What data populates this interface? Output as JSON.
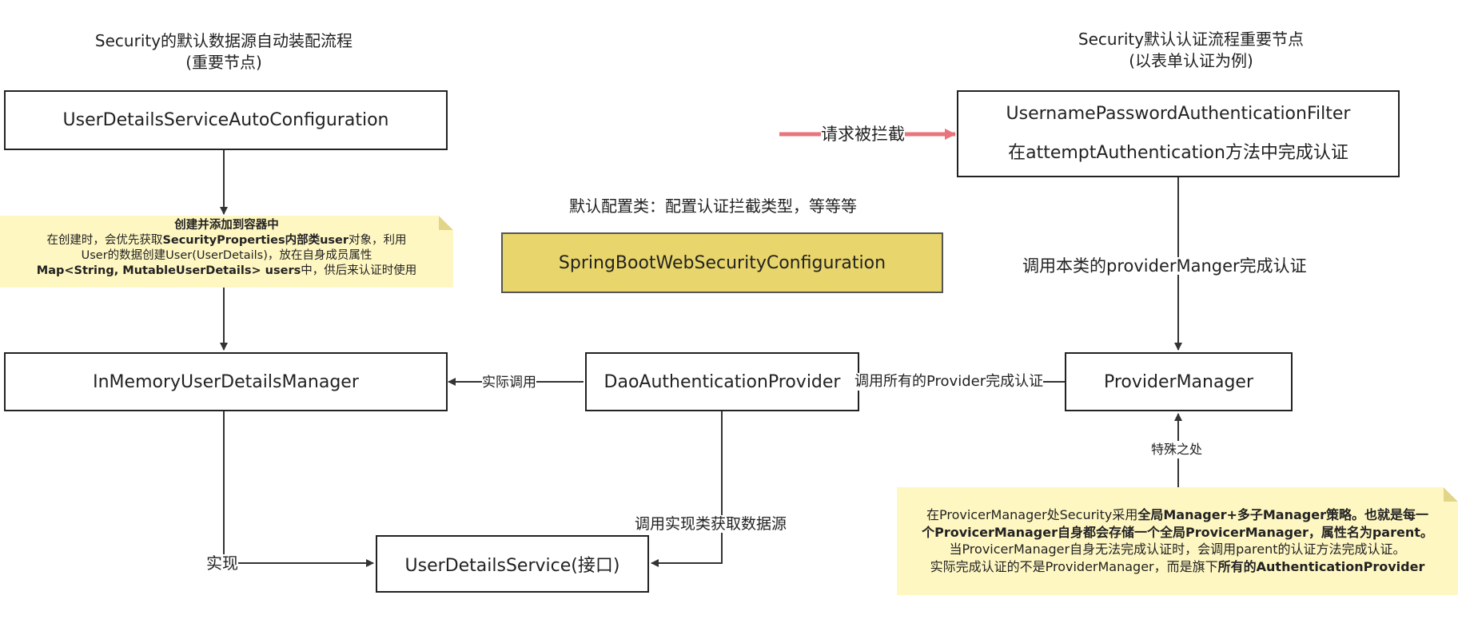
{
  "left_title": {
    "line1": "Security的默认数据源自动装配流程",
    "line2": "(重要节点)"
  },
  "right_title": {
    "line1": "Security默认认证流程重要节点",
    "line2": "(以表单认证为例)"
  },
  "nodes": {
    "auto_config": "UserDetailsServiceAutoConfiguration",
    "in_memory": "InMemoryUserDetailsManager",
    "user_details_service": "UserDetailsService(接口)",
    "dao_provider": "DaoAuthenticationProvider",
    "spring_boot_config": "SpringBootWebSecurityConfiguration",
    "filter_line1": "UsernamePasswordAuthenticationFilter",
    "filter_line2": "在attemptAuthentication方法中完成认证",
    "provider_manager": "ProviderManager"
  },
  "labels": {
    "default_config_caption": "默认配置类：配置认证拦截类型，等等等",
    "request_intercepted": "请求被拦截",
    "call_provider_manager": "调用本类的providerManger完成认证",
    "call_all_providers": "调用所有的Provider完成认证",
    "actual_call": "实际调用",
    "call_impl": "调用实现类获取数据源",
    "implements": "实现",
    "special": "特殊之处"
  },
  "note_left": {
    "l1": "创建并添加到容器中",
    "l2a": "在创建时，会优先获取",
    "l2b": "SecurityProperties内部类user",
    "l2c": "对象，利用",
    "l3": "User的数据创建User(UserDetails)，放在自身成员属性",
    "l4a": "Map<String, MutableUserDetails> users",
    "l4b": "中，供后来认证时使用"
  },
  "note_right": {
    "l1a": "在ProvicerManager处Security采用",
    "l1b": "全局Manager+多子Manager策略。也就是每一",
    "l2": "个ProvicerManager自身都会存储一个全局ProvicerManager，属性名为parent。",
    "l3": "当ProvicerManager自身无法完成认证时，会调用parent的认证方法完成认证。",
    "l4a": "实际完成认证的不是ProviderManager，而是旗下",
    "l4b": "所有的AuthenticationProvider"
  },
  "colors": {
    "box_yellow": "#e8d56b",
    "note_bg": "#fff7c2",
    "arrow_red": "#e8747c",
    "line": "#333333"
  }
}
